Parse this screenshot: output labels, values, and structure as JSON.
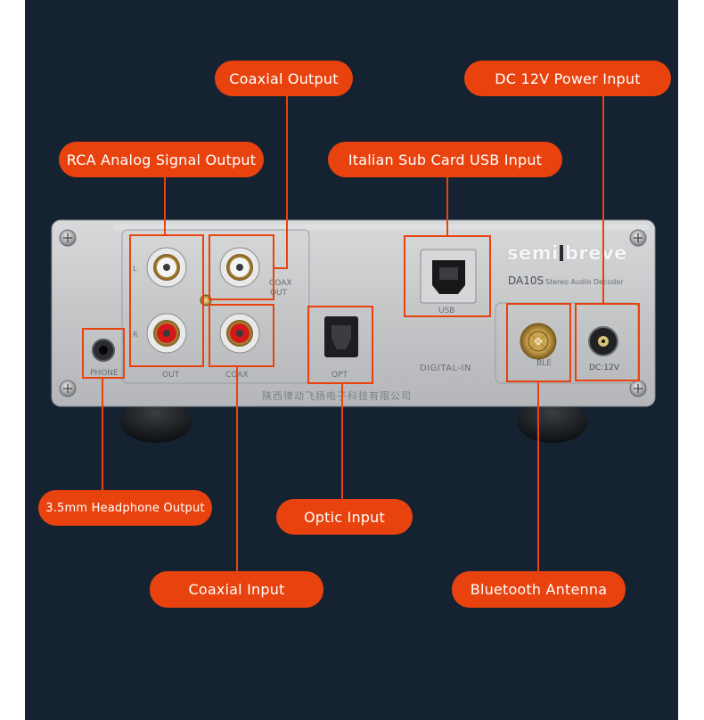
{
  "labels": {
    "coaxial_output": "Coaxial Output",
    "dc_power_input": "DC 12V Power Input",
    "rca_analog_output": "RCA Analog Signal Output",
    "usb_input": "Italian Sub Card USB Input",
    "headphone_output": "3.5mm Headphone Output",
    "optic_input": "Optic Input",
    "coaxial_input": "Coaxial Input",
    "bluetooth_antenna": "Bluetooth Antenna"
  },
  "device": {
    "brand_left": "semi",
    "brand_right": "breve",
    "model": "DA10S",
    "model_sub": "Stereo Audio Decoder",
    "ch_left": "L",
    "ch_right": "R",
    "coax_out_1": "COAX",
    "coax_out_2": "OUT",
    "phone_label": "PHONE",
    "out_label": "OUT",
    "coax_label": "COAX",
    "opt_label": "OPT",
    "digital_in_label": "DIGITAL-IN",
    "usb_label": "USB",
    "ble_label": "BLE",
    "dc_label": "DC:12V",
    "maker_text": "陕西律动飞扬电子科技有限公司"
  },
  "colors": {
    "background": "#142232",
    "accent": "#e8430f",
    "panel": "#c9cacc"
  }
}
